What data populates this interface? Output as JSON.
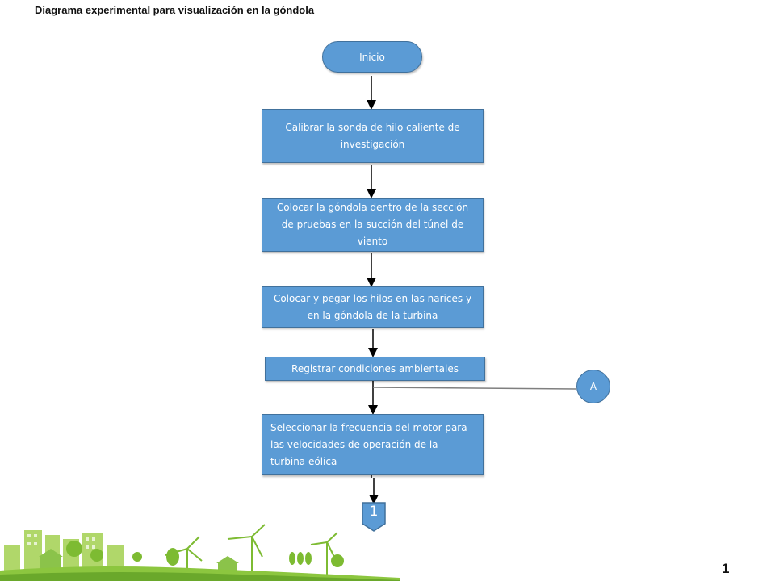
{
  "header": {
    "title": "Diagrama experimental para visualización en la góndola"
  },
  "flowchart": {
    "start_label": "Inicio",
    "steps": [
      "Calibrar la sonda de hilo caliente de investigación",
      "Colocar la góndola dentro de la sección de pruebas en la succión del túnel de viento",
      "Colocar y pegar los hilos en las narices y en la góndola de la turbina",
      "Registrar condiciones ambientales",
      "Seleccionar la frecuencia del motor para las velocidades de operación de la turbina eólica"
    ],
    "connector_label": "A",
    "offpage_label": "1"
  },
  "footer": {
    "page_number": "1"
  },
  "colors": {
    "box_fill": "#5b9bd5",
    "box_border": "#41719c",
    "arrow": "#000000",
    "grass": "#8cc63f",
    "building": "#9acd4a"
  }
}
